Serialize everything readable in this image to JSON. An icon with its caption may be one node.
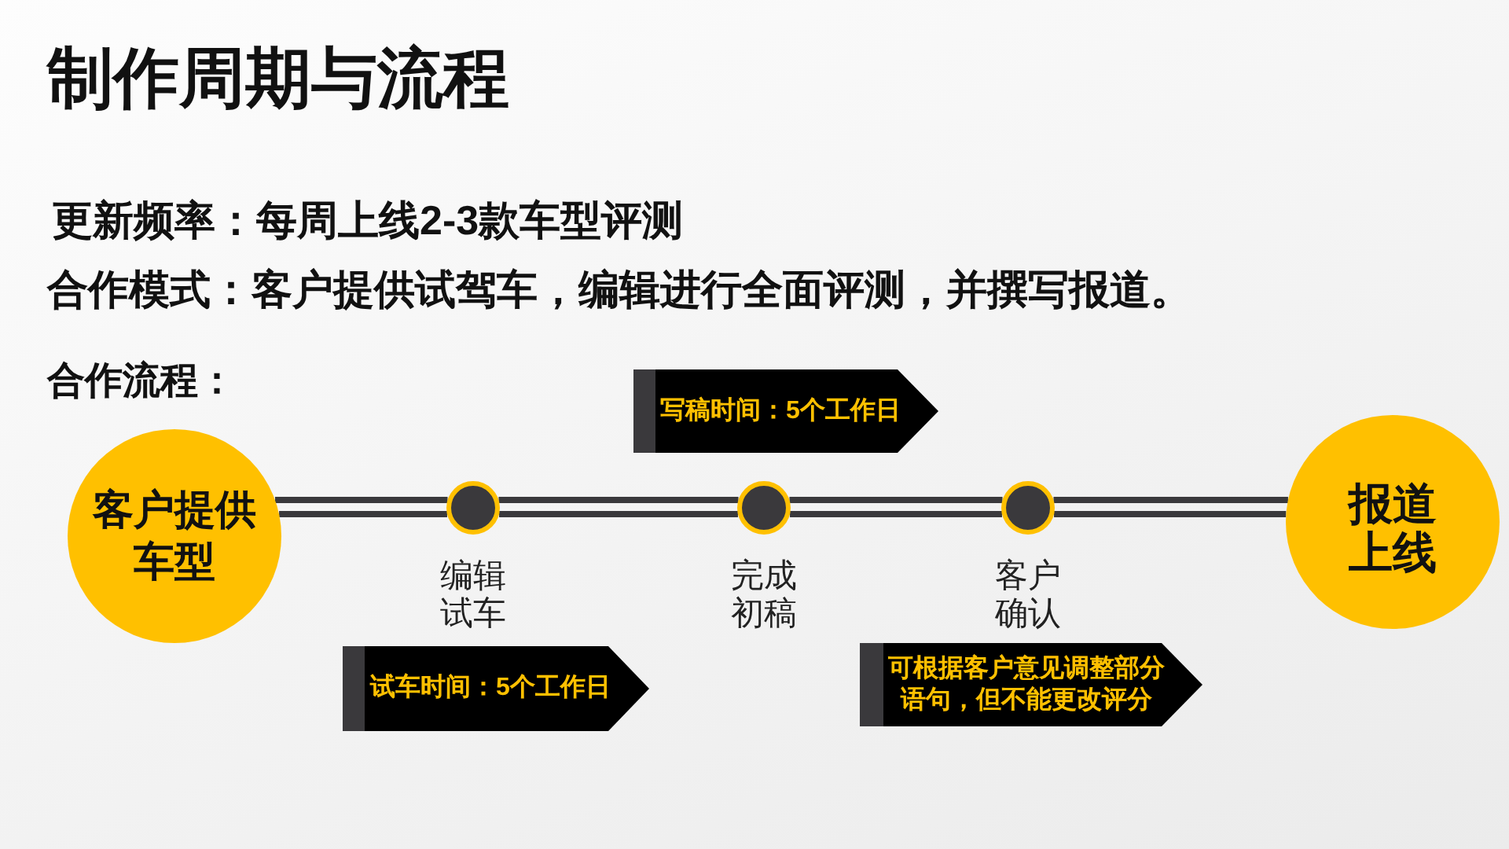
{
  "diagram": {
    "title": "制作周期与流程",
    "nodes": [
      {
        "text": [
          "写稿时间：5个工作日"
        ]
      },
      {
        "text": [
          "客户提供车型"
        ]
      },
      {
        "text": [],
        "shape": "circle",
        "beside": [
          "编辑试车"
        ]
      },
      {
        "text": [],
        "shape": "circle",
        "beside": [
          "完成初稿"
        ]
      },
      {
        "text": [],
        "shape": "circle",
        "beside": [
          "客户确认"
        ]
      },
      {
        "text": [
          "报道上线"
        ]
      },
      {
        "text": [
          "试车时间：5个工作日"
        ]
      },
      {
        "text": [
          "可根据客户意见调整部分语句，但不能更改评分"
        ]
      }
    ],
    "edges": [
      {
        "from": 1,
        "to": 2,
        "arrow": "none"
      },
      {
        "from": 2,
        "to": 3,
        "arrow": "none"
      },
      {
        "from": 3,
        "to": 4,
        "arrow": "none"
      },
      {
        "from": 4,
        "to": 5,
        "arrow": "none"
      }
    ],
    "labels": [
      "更新频率：每周上线2-3款车型评测",
      "合作模式：客户提供试驾车，编辑进行全面评测，并撰写报道。",
      "合作流程："
    ]
  }
}
